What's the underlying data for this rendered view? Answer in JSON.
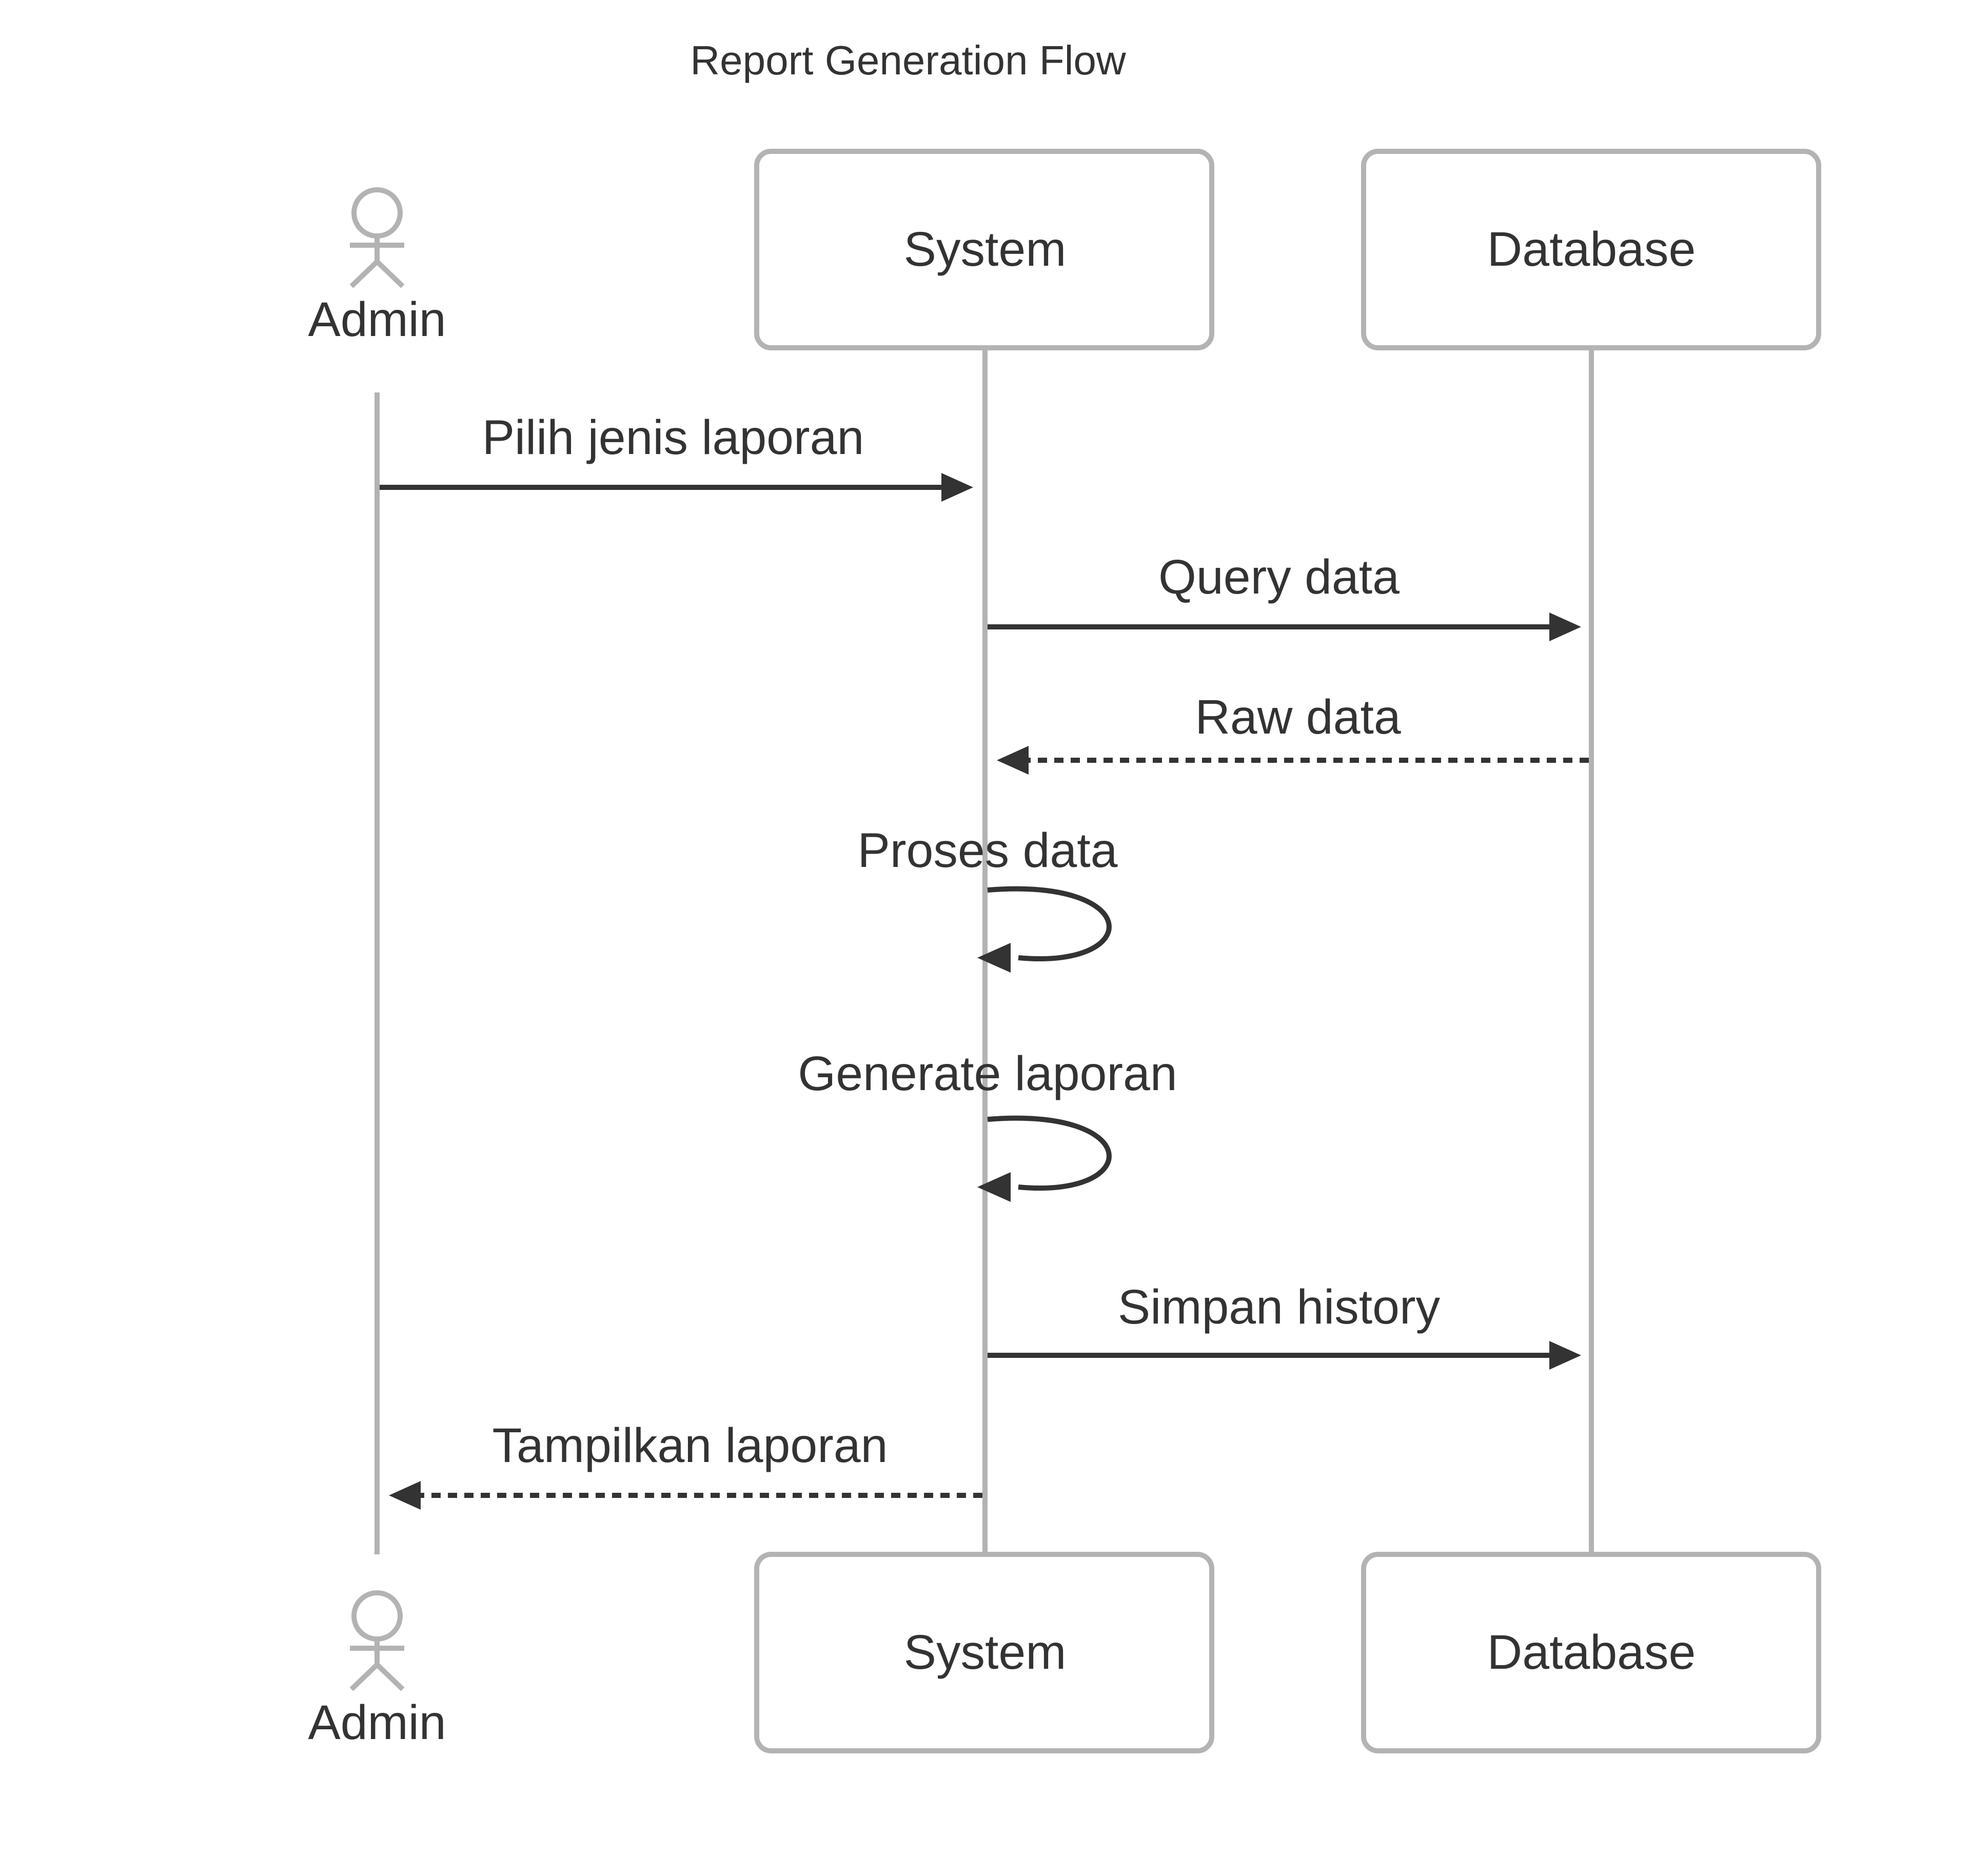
{
  "diagram": {
    "title": "Report Generation Flow",
    "participants": [
      {
        "id": "admin",
        "label": "Admin",
        "kind": "actor"
      },
      {
        "id": "system",
        "label": "System",
        "kind": "participant"
      },
      {
        "id": "database",
        "label": "Database",
        "kind": "participant"
      }
    ],
    "messages": [
      {
        "from": "admin",
        "to": "system",
        "label": "Pilih jenis laporan",
        "style": "solid"
      },
      {
        "from": "system",
        "to": "database",
        "label": "Query data",
        "style": "solid"
      },
      {
        "from": "database",
        "to": "system",
        "label": "Raw data",
        "style": "dashed"
      },
      {
        "from": "system",
        "to": "system",
        "label": "Proses data",
        "style": "solid"
      },
      {
        "from": "system",
        "to": "system",
        "label": "Generate laporan",
        "style": "solid"
      },
      {
        "from": "system",
        "to": "database",
        "label": "Simpan history",
        "style": "solid"
      },
      {
        "from": "system",
        "to": "admin",
        "label": "Tampilkan laporan",
        "style": "dashed"
      }
    ],
    "colors": {
      "line": "#b3b3b3",
      "text": "#333333",
      "background": "#ffffff"
    }
  }
}
